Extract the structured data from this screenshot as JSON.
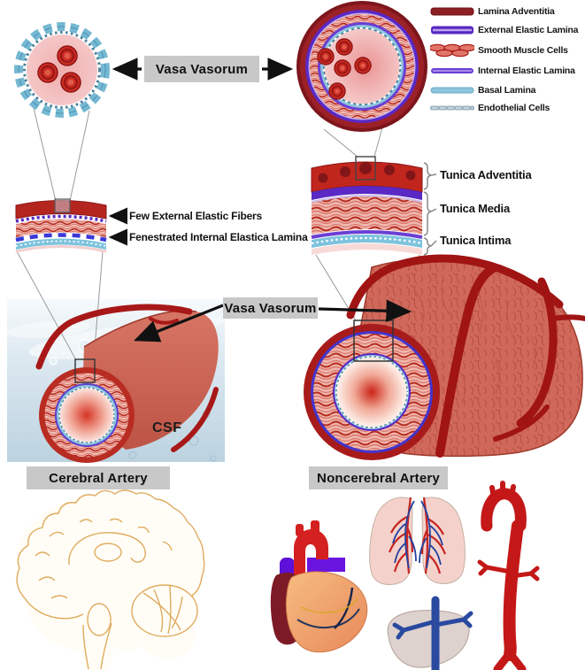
{
  "figure": {
    "top_vasa_label": "Vasa Vasorum",
    "middle_vasa_label": "Vasa Vasorum"
  },
  "legend": {
    "items": [
      {
        "label": "Lamina Adventitia",
        "swatch": "lamina-adventitia-swatch",
        "color": "#8c2022"
      },
      {
        "label": "External Elastic Lamina",
        "swatch": "external-elastic-lamina-swatch",
        "color": "#5a28c4"
      },
      {
        "label": "Smooth Muscle Cells",
        "swatch": "smooth-muscle-cells-swatch",
        "color": "#b62c20"
      },
      {
        "label": "Internal Elastic Lamina",
        "swatch": "internal-elastic-lamina-swatch",
        "color": "#6a3fd4"
      },
      {
        "label": "Basal Lamina",
        "swatch": "basal-lamina-swatch",
        "color": "#8ec4dd"
      },
      {
        "label": "Endothelial Cells",
        "swatch": "endothelial-cells-swatch",
        "color": "#9fb6c2"
      }
    ]
  },
  "wall_annotations": {
    "left": [
      {
        "label": "Few External Elastic Fibers"
      },
      {
        "label": "Fenestrated Internal Elastica Lamina"
      }
    ],
    "right": [
      {
        "label": "Tunica Adventitia"
      },
      {
        "label": "Tunica Media"
      },
      {
        "label": "Tunica Intima"
      }
    ]
  },
  "cerebral": {
    "fluid_label": "CSF",
    "title": "Cerebral Artery"
  },
  "noncerebral": {
    "title": "Noncerebral Artery"
  },
  "colors": {
    "label_box": "#c8c8c8",
    "adventitia_red": "#8c2022",
    "elastic_purple": "#5a28c4",
    "muscle_red": "#b62c20",
    "basal_blue": "#8ec4dd",
    "endothelial_gray": "#9fb6c2",
    "artery_red": "#c0392b",
    "csf_blue": "#cddfe9",
    "brain_outline": "#e0ab5e"
  }
}
